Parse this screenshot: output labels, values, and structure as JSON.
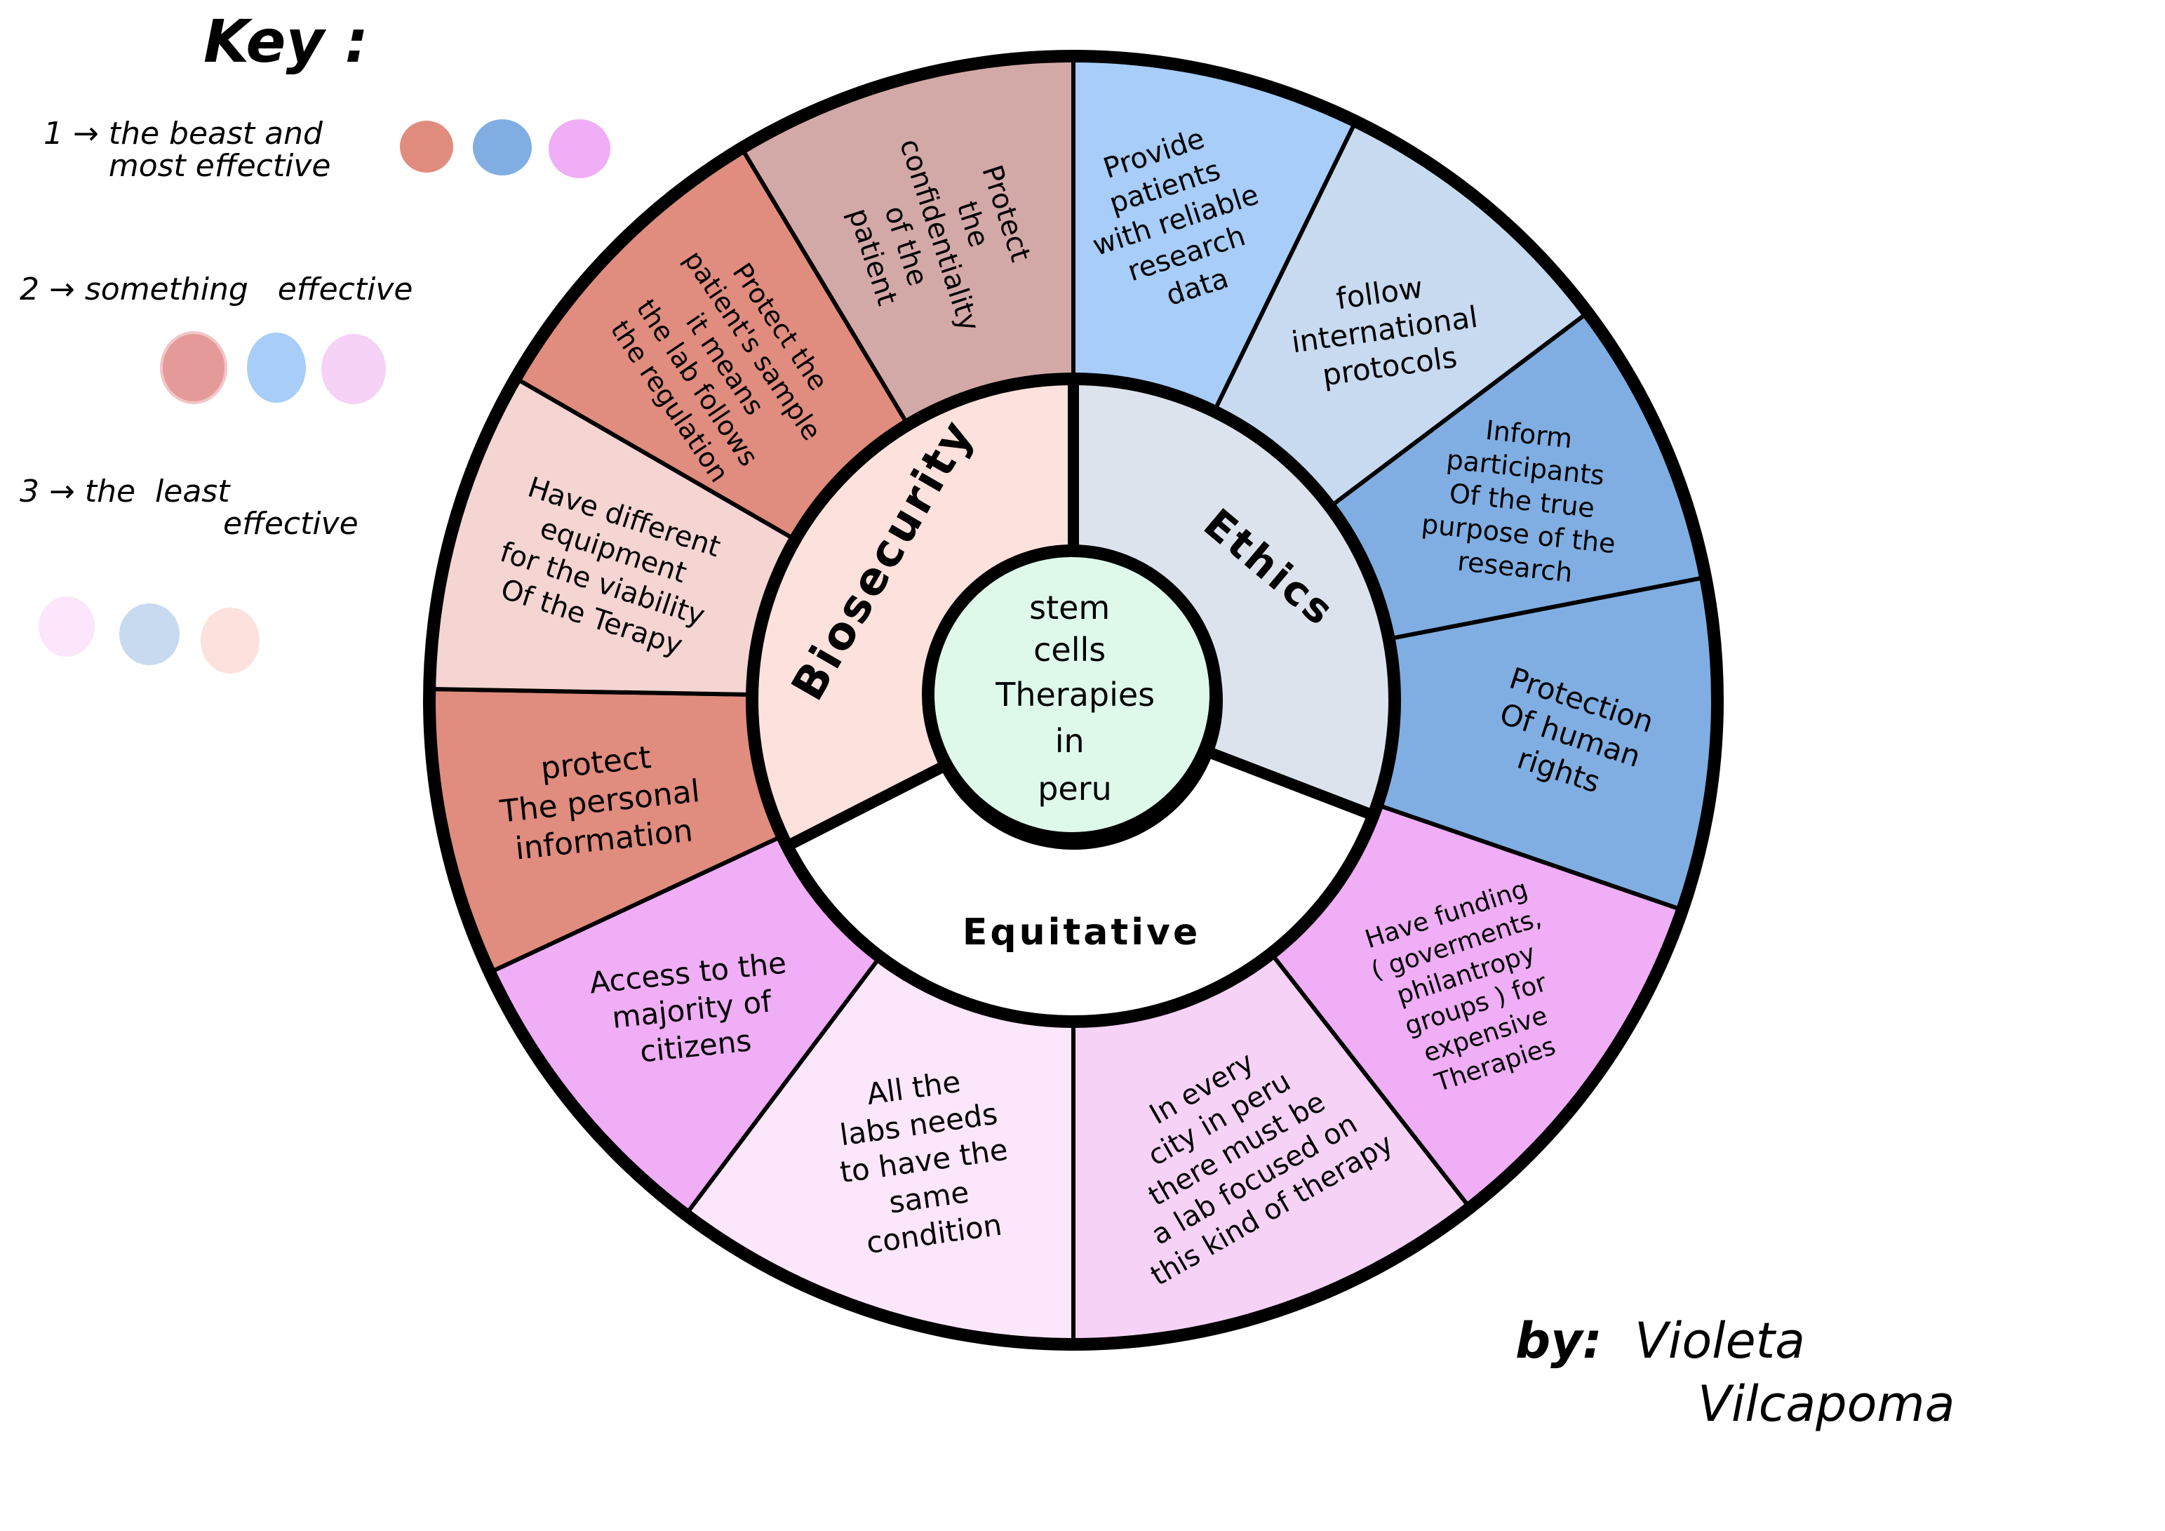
{
  "title": "Stem cells therapies in Peru",
  "key": {
    "title": "Key :",
    "levels": [
      {
        "number": "1",
        "label_line1": "the beast and",
        "label_line2": "most effective",
        "colors": [
          "#E08C7E",
          "#80AEE2",
          "#EFAEF5"
        ]
      },
      {
        "number": "2",
        "label_line1": "something   effective",
        "label_line2": "",
        "colors": [
          "#E59A9A",
          "#A7CDF8",
          "#F6D2F7"
        ]
      },
      {
        "number": "3",
        "label_line1": "the  least",
        "label_line2": "effective",
        "colors": [
          "#FCE6FB",
          "#C8DAF0",
          "#FDE1DD"
        ]
      }
    ]
  },
  "center": {
    "lines": [
      "stem",
      "cells",
      "Therapies",
      "in",
      "peru"
    ],
    "color": "#DEF8EA"
  },
  "categories": [
    {
      "id": "biosecurity",
      "label": "Biosecurity",
      "color": "#FDE1DD"
    },
    {
      "id": "ethics",
      "label": "Ethics",
      "color": "#DDE3EC"
    },
    {
      "id": "equitative",
      "label": "Equitative",
      "color": "#FFFFFF"
    }
  ],
  "segments": [
    {
      "category": "ethics",
      "level": 2,
      "color": "#A7CDF8",
      "lines": [
        "Provide",
        "patients",
        "with reliable",
        "research",
        "data"
      ]
    },
    {
      "category": "ethics",
      "level": 3,
      "color": "#C8DAF0",
      "lines": [
        "follow",
        "international",
        "protocols"
      ]
    },
    {
      "category": "ethics",
      "level": 1,
      "color": "#80AEE2",
      "lines": [
        "Inform",
        "participants",
        "Of the true",
        "purpose of the",
        "research"
      ]
    },
    {
      "category": "ethics",
      "level": 1,
      "color": "#80AEE2",
      "lines": [
        "Protection",
        "Of human",
        "rights"
      ]
    },
    {
      "category": "equitative",
      "level": 1,
      "color": "#EFAEF5",
      "lines": [
        "Have funding",
        "( goverments,",
        "philantropy",
        "groups ) for",
        "expensive",
        "Therapies"
      ]
    },
    {
      "category": "equitative",
      "level": 2,
      "color": "#F6D2F7",
      "lines": [
        "In every",
        "city in peru",
        "there must be",
        "a lab focused on",
        "this kind of therapy"
      ]
    },
    {
      "category": "equitative",
      "level": 3,
      "color": "#FCE6FB",
      "lines": [
        "All the",
        "labs needs",
        "to have the",
        "same",
        "condition"
      ]
    },
    {
      "category": "equitative",
      "level": 1,
      "color": "#EFAEF5",
      "lines": [
        "Access to the",
        "majority of",
        "citizens"
      ]
    },
    {
      "category": "biosecurity",
      "level": 1,
      "color": "#E08C7E",
      "lines": [
        "protect",
        "The personal",
        "information"
      ]
    },
    {
      "category": "biosecurity",
      "level": 3,
      "color": "#F4D5D2",
      "lines": [
        "Have different",
        "equipment",
        "for the viability",
        "Of the Terapy"
      ]
    },
    {
      "category": "biosecurity",
      "level": 1,
      "color": "#E08C7E",
      "lines": [
        "Protect the",
        "patient's sample",
        "it means",
        "the lab follows",
        "the regulation"
      ]
    },
    {
      "category": "biosecurity",
      "level": 2,
      "color": "#D3A9A7",
      "lines": [
        "Protect",
        "the",
        "confidentiality",
        "of the",
        "patient"
      ]
    }
  ],
  "author": {
    "by": "by:",
    "first_name": "Violeta",
    "last_name": "Vilcapoma"
  }
}
